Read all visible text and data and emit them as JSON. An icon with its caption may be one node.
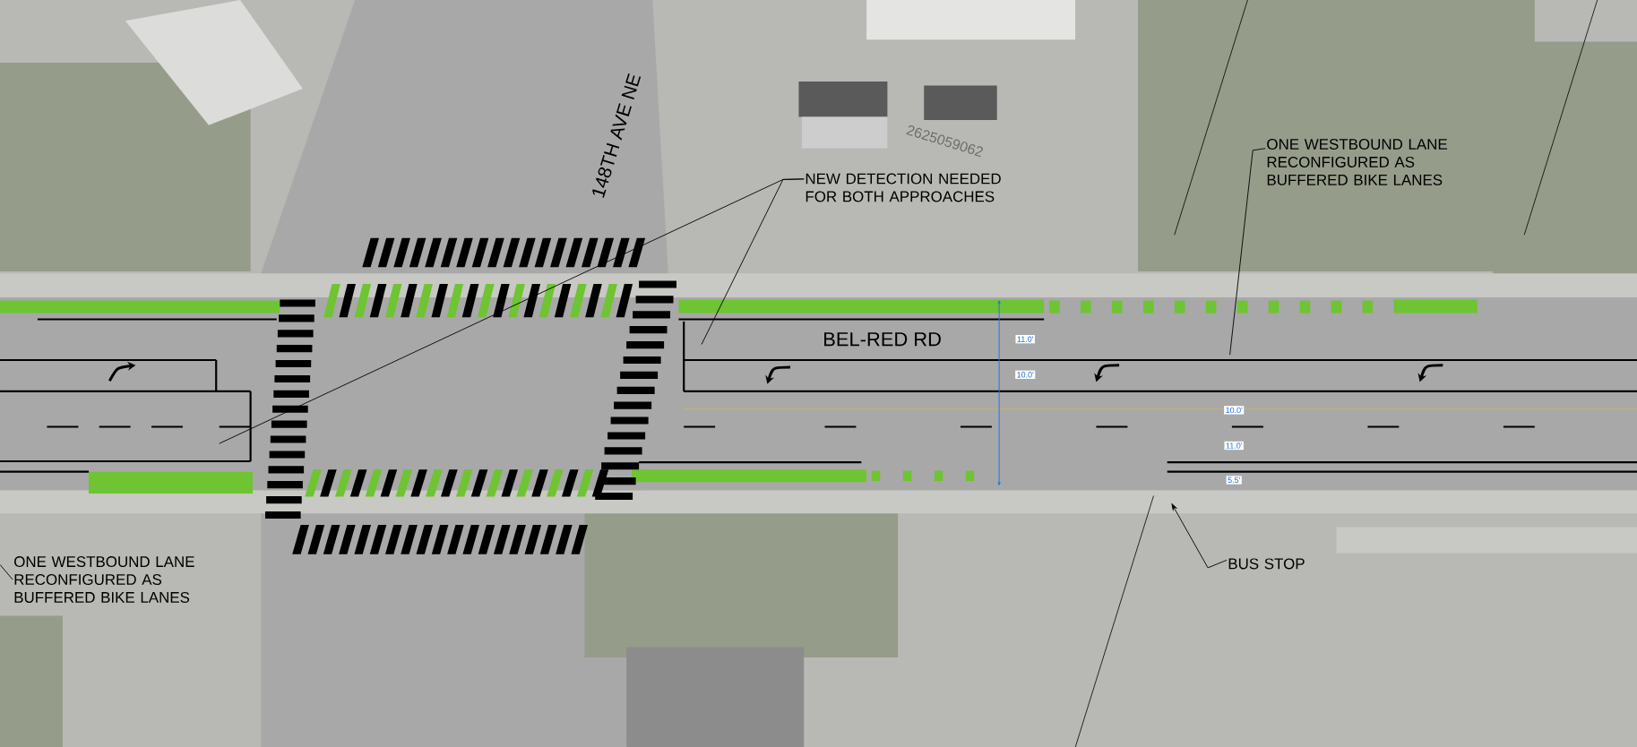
{
  "diagram": {
    "nodes": [
      {
        "text": [
          "NEW DETECTION NEEDED FOR BOTH APPROACHES"
        ]
      },
      {
        "text": [
          "ONE WESTBOUND LANE RECONFIGURED AS BUFFERED BIKE LANES"
        ]
      },
      {
        "text": [
          "ONE WESTBOUND LANE RECONFIGURED AS BUFFERED BIKE LANES"
        ]
      },
      {
        "text": [
          "BUS STOP"
        ]
      }
    ],
    "edges": [
      {
        "from": 0,
        "to": null,
        "arrow": "none"
      },
      {
        "from": 0,
        "to": null,
        "arrow": "none"
      },
      {
        "from": 1,
        "to": null,
        "arrow": "none"
      },
      {
        "from": 2,
        "to": null,
        "arrow": "none"
      },
      {
        "from": 3,
        "to": null,
        "arrow": "to"
      }
    ],
    "labels": [
      "148TH AVE NE",
      "2625059062",
      "BEL-RED RD",
      "11.0'",
      "10.0'",
      "10.0'",
      "11.0'",
      "5.5'"
    ]
  }
}
